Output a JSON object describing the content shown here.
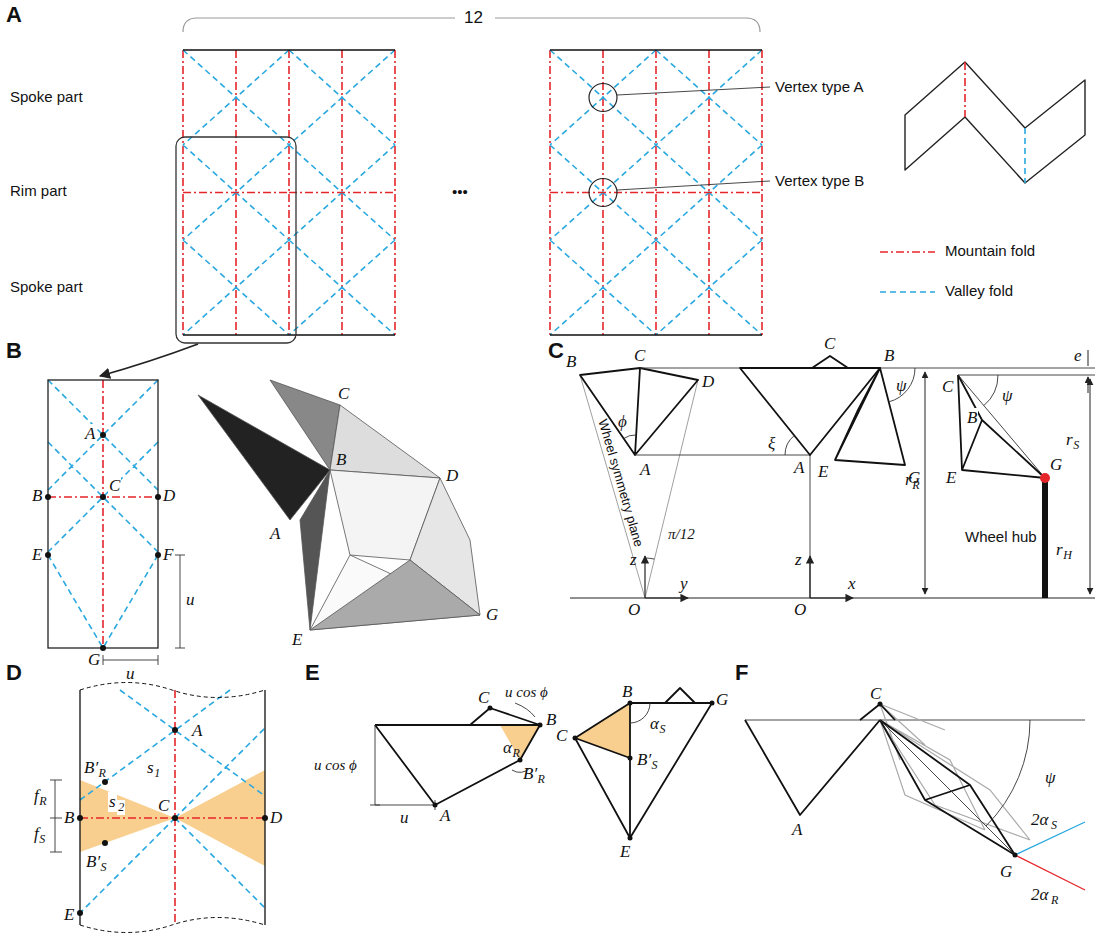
{
  "diagram": {
    "labels": [
      "A",
      "12",
      "Spoke part",
      "Rim part",
      "Spoke part",
      "•••",
      "Vertex type A",
      "Vertex type B",
      "B",
      "A",
      "B",
      "C",
      "D",
      "E",
      "F",
      "G",
      "u",
      "u",
      "C",
      "B",
      "D",
      "A",
      "E",
      "G",
      "C",
      "B",
      "C",
      "D",
      "A",
      "ϕ",
      "Wheel symmetry plane",
      "π/12",
      "z",
      "y",
      "O",
      "C",
      "B",
      "A",
      "ξ",
      "E",
      "G",
      "ψ",
      "z",
      "x",
      "O",
      "C",
      "B",
      "ψ",
      "E",
      "G",
      "Wheel hub",
      "r",
      "R",
      "e",
      "r",
      "S",
      "r",
      "H",
      "D",
      "A",
      "B′",
      "R",
      "s",
      "1",
      "s",
      "2",
      "f",
      "R",
      "f",
      "S",
      "B",
      "C",
      "D",
      "B′",
      "S",
      "E",
      "E",
      "u cos ϕ",
      "C",
      "B",
      "u cos ϕ",
      "u",
      "A",
      "B′",
      "R",
      "α",
      "R",
      "C",
      "B",
      "G",
      "α",
      "S",
      "B′",
      "S",
      "E",
      "F",
      "C",
      "A",
      "G",
      "ψ",
      "2α",
      "S",
      "2α",
      "R"
    ],
    "legend": [
      {
        "text": "Mountain fold"
      },
      {
        "text": "Valley fold"
      }
    ]
  }
}
